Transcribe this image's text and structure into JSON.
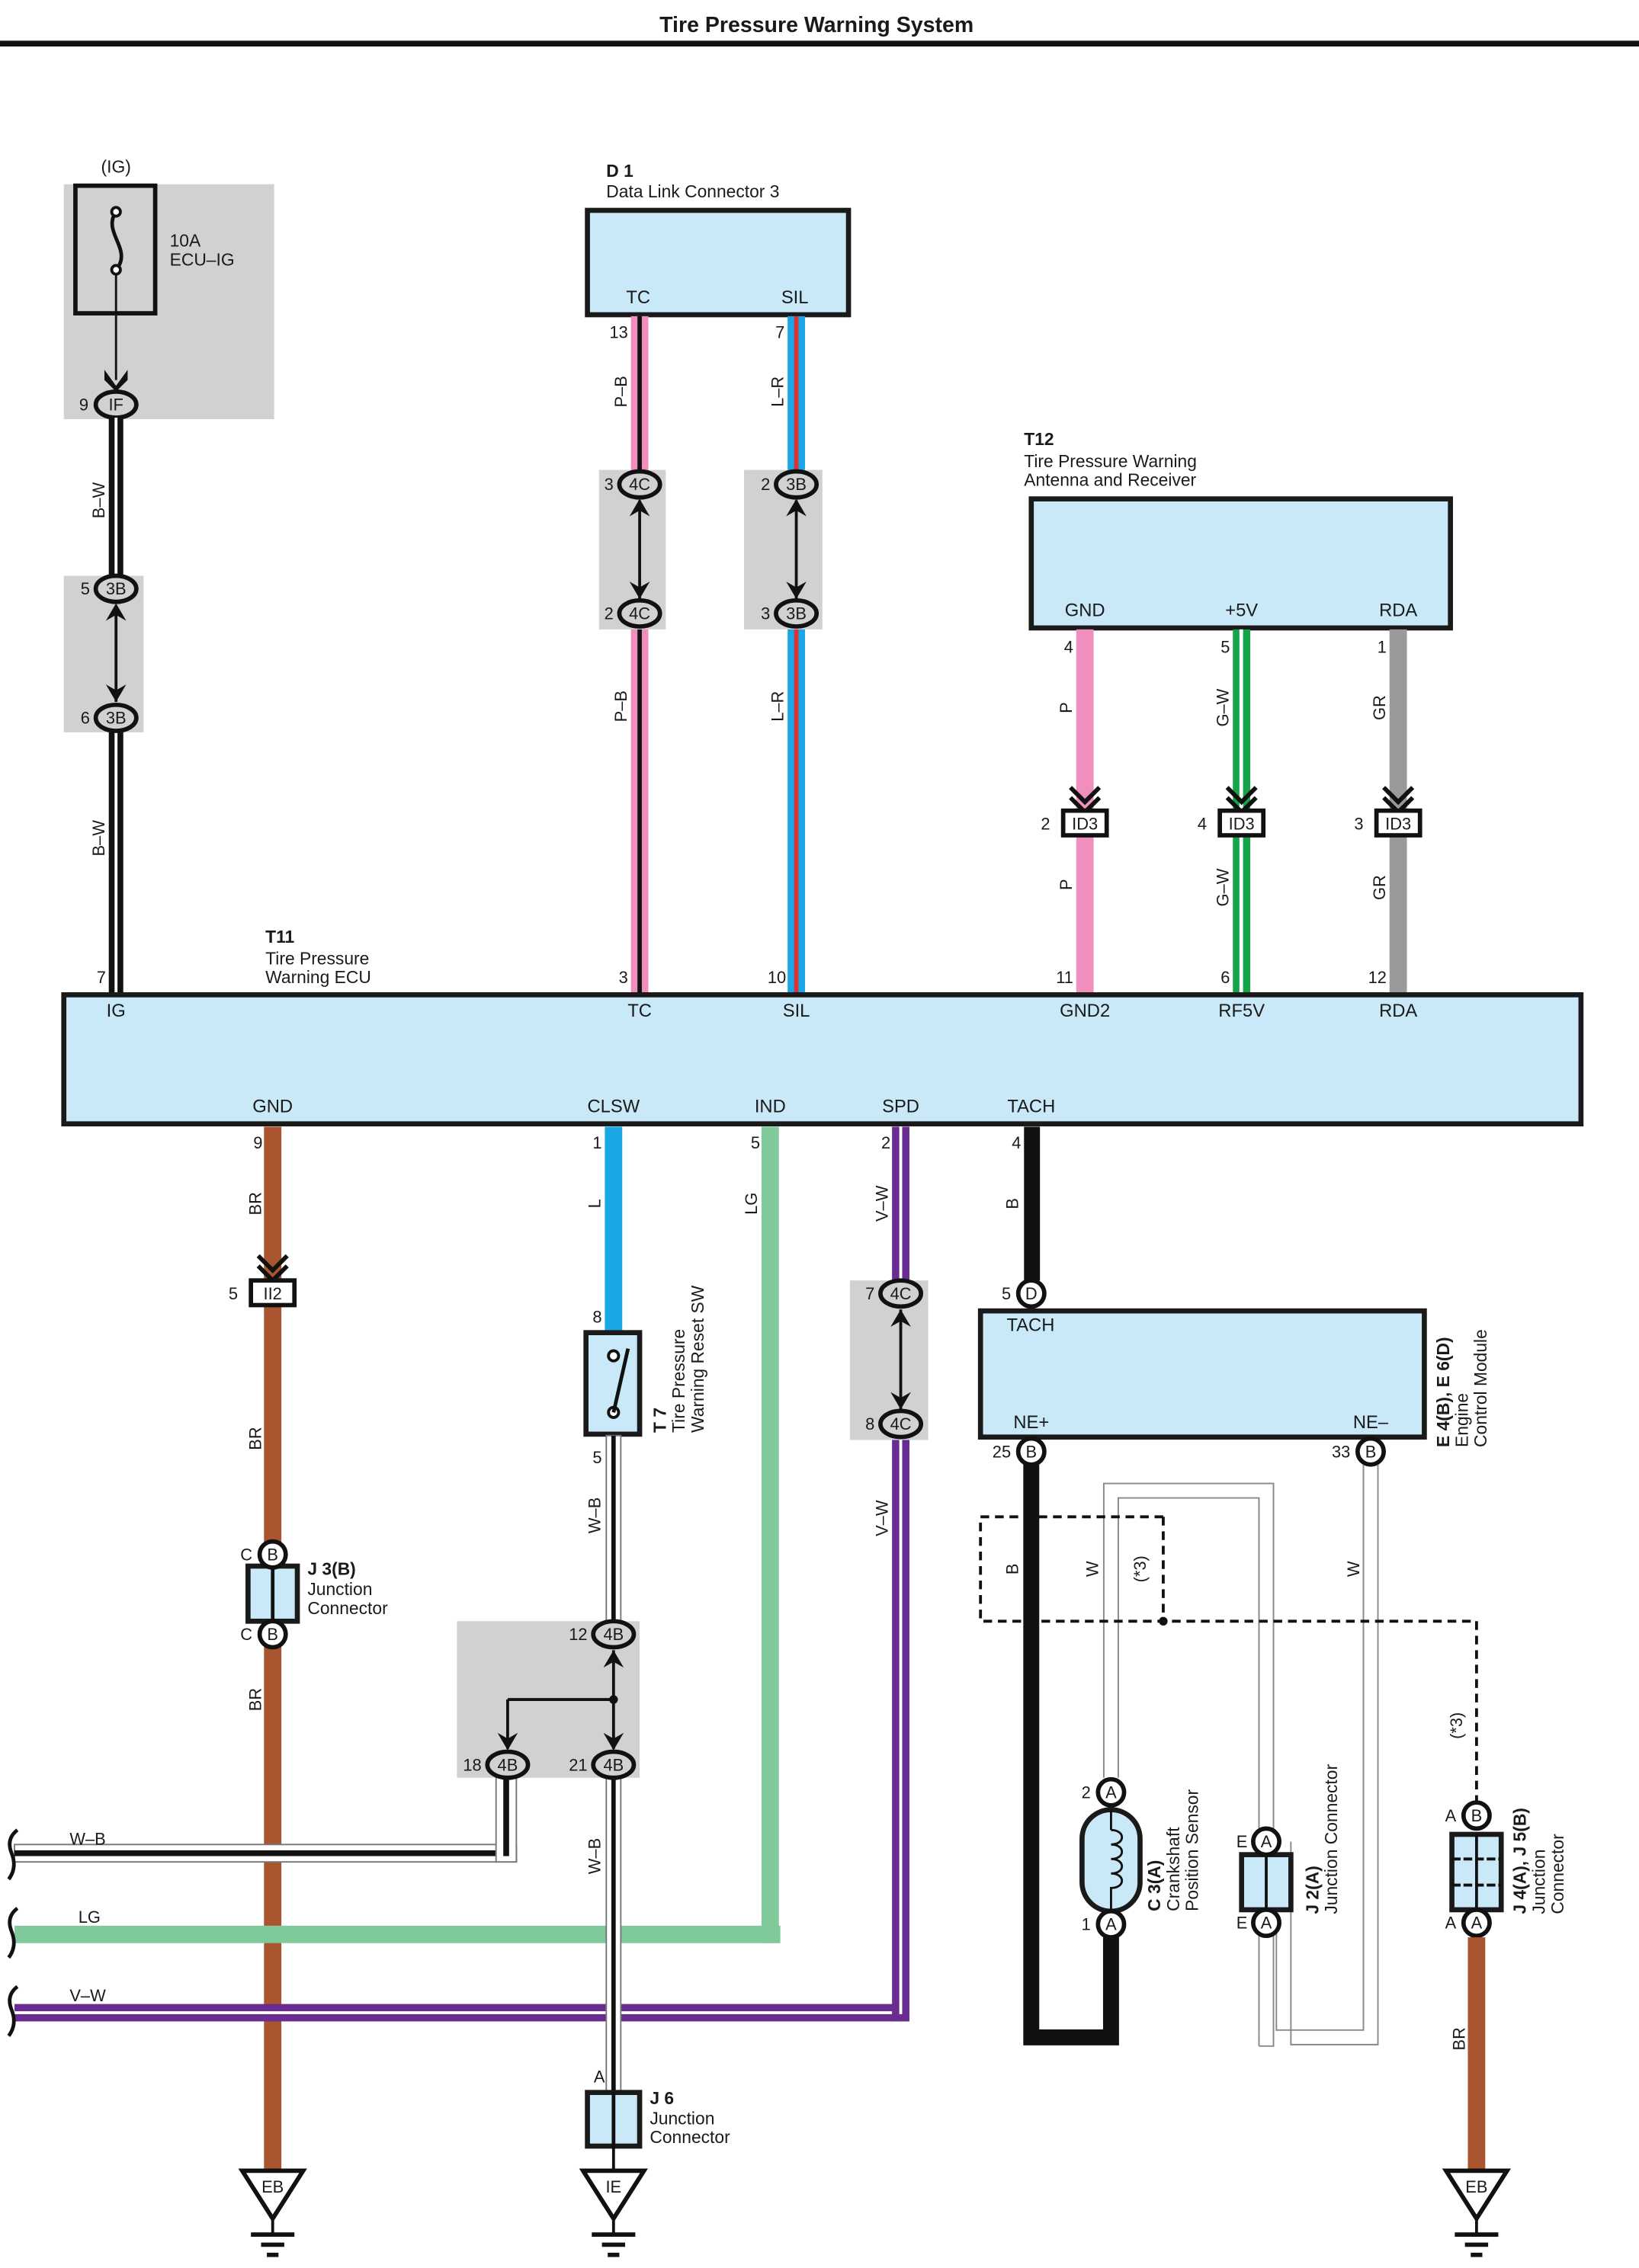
{
  "header": {
    "title": "Tire Pressure Warning System"
  },
  "colors": {
    "component_fill": "#c9e8f8",
    "shade": "#d0d1d3",
    "wire_P": "#f08fbd",
    "wire_L": "#1aa7e6",
    "wire_R": "#e03030",
    "wire_G": "#16a34a",
    "wire_GR": "#9a9a9c",
    "wire_BR": "#a9552f",
    "wire_LG": "#80c99a",
    "wire_V": "#6b2c91",
    "wire_B": "#111111"
  },
  "fuse": {
    "supply": "(IG)",
    "rating": "10A",
    "name": "ECU–IG",
    "connector": "IF",
    "pin": "9"
  },
  "d1": {
    "code": "D 1",
    "name": "Data Link Connector 3",
    "terminals": [
      "TC",
      "SIL"
    ],
    "pins": [
      "13",
      "7"
    ]
  },
  "t12": {
    "code": "T12",
    "name_line1": "Tire Pressure Warning",
    "name_line2": "Antenna and Receiver",
    "terminals": [
      "GND",
      "+5V",
      "RDA"
    ],
    "pins": [
      "4",
      "5",
      "1"
    ]
  },
  "t11": {
    "code": "T11",
    "name_line1": "Tire Pressure",
    "name_line2": "Warning ECU",
    "top_terminals": [
      "IG",
      "TC",
      "SIL",
      "GND2",
      "RF5V",
      "RDA"
    ],
    "top_pins": [
      "7",
      "3",
      "10",
      "11",
      "6",
      "12"
    ],
    "bottom_terminals": [
      "GND",
      "CLSW",
      "IND",
      "SPD",
      "TACH"
    ],
    "bottom_pins": [
      "9",
      "1",
      "5",
      "2",
      "4"
    ]
  },
  "inline_connectors": {
    "c3B": {
      "label": "3B",
      "pins": [
        "5",
        "6"
      ]
    },
    "c4C_tc": {
      "label": "4C",
      "pins": [
        "3",
        "2"
      ]
    },
    "c3B_sil": {
      "label": "3B",
      "pins": [
        "2",
        "3"
      ]
    },
    "id3": {
      "label": "ID3",
      "pins": [
        "2",
        "4",
        "3"
      ]
    },
    "ii2": {
      "label": "II2",
      "pin": "5"
    },
    "c4C_spd": {
      "label": "4C",
      "pins": [
        "7",
        "8"
      ]
    },
    "c4B": {
      "label": "4B",
      "pins": [
        "12",
        "18",
        "21"
      ]
    }
  },
  "wires": {
    "ig": "B–W",
    "tc": "P–B",
    "sil": "L–R",
    "gnd2": "P",
    "rf5v": "G–W",
    "rda": "GR",
    "gnd": "BR",
    "clsw": "L",
    "ind": "LG",
    "spd": "V–W",
    "tach": "B",
    "reset_out": "W–B",
    "ne_plus": "B",
    "ne_w1": "W",
    "ne_minus": "W",
    "shield_note": "(*3)",
    "ground_br": "BR"
  },
  "t7": {
    "code": "T 7",
    "name_line1": "Tire Pressure",
    "name_line2": "Warning Reset SW",
    "pins": [
      "8",
      "5"
    ]
  },
  "j3": {
    "code": "J 3(B)",
    "name_line1": "Junction",
    "name_line2": "Connector",
    "pin": "C",
    "label": "B"
  },
  "j6": {
    "code": "J 6",
    "name_line1": "Junction",
    "name_line2": "Connector",
    "pin": "A"
  },
  "ecm": {
    "code": "E 4(B), E 6(D)",
    "name_line1": "Engine",
    "name_line2": "Control Module",
    "terminals": [
      "TACH",
      "NE+",
      "NE–"
    ],
    "pins": [
      "5",
      "25",
      "33"
    ],
    "labels": [
      "D",
      "B",
      "B"
    ]
  },
  "c3": {
    "code": "C 3(A)",
    "name_line1": "Crankshaft",
    "name_line2": "Position Sensor",
    "pins": [
      "2",
      "1"
    ],
    "label": "A"
  },
  "j2": {
    "code": "J 2(A)",
    "name": "Junction Connector",
    "pin": "E",
    "label": "A"
  },
  "j45": {
    "code": "J 4(A), J 5(B)",
    "name_line1": "Junction",
    "name_line2": "Connector",
    "pin": "A",
    "labels": [
      "B",
      "A"
    ]
  },
  "offpage": {
    "wb": "W–B",
    "lg": "LG",
    "vw": "V–W"
  },
  "grounds": {
    "left": "EB",
    "mid": "IE",
    "right": "EB"
  }
}
